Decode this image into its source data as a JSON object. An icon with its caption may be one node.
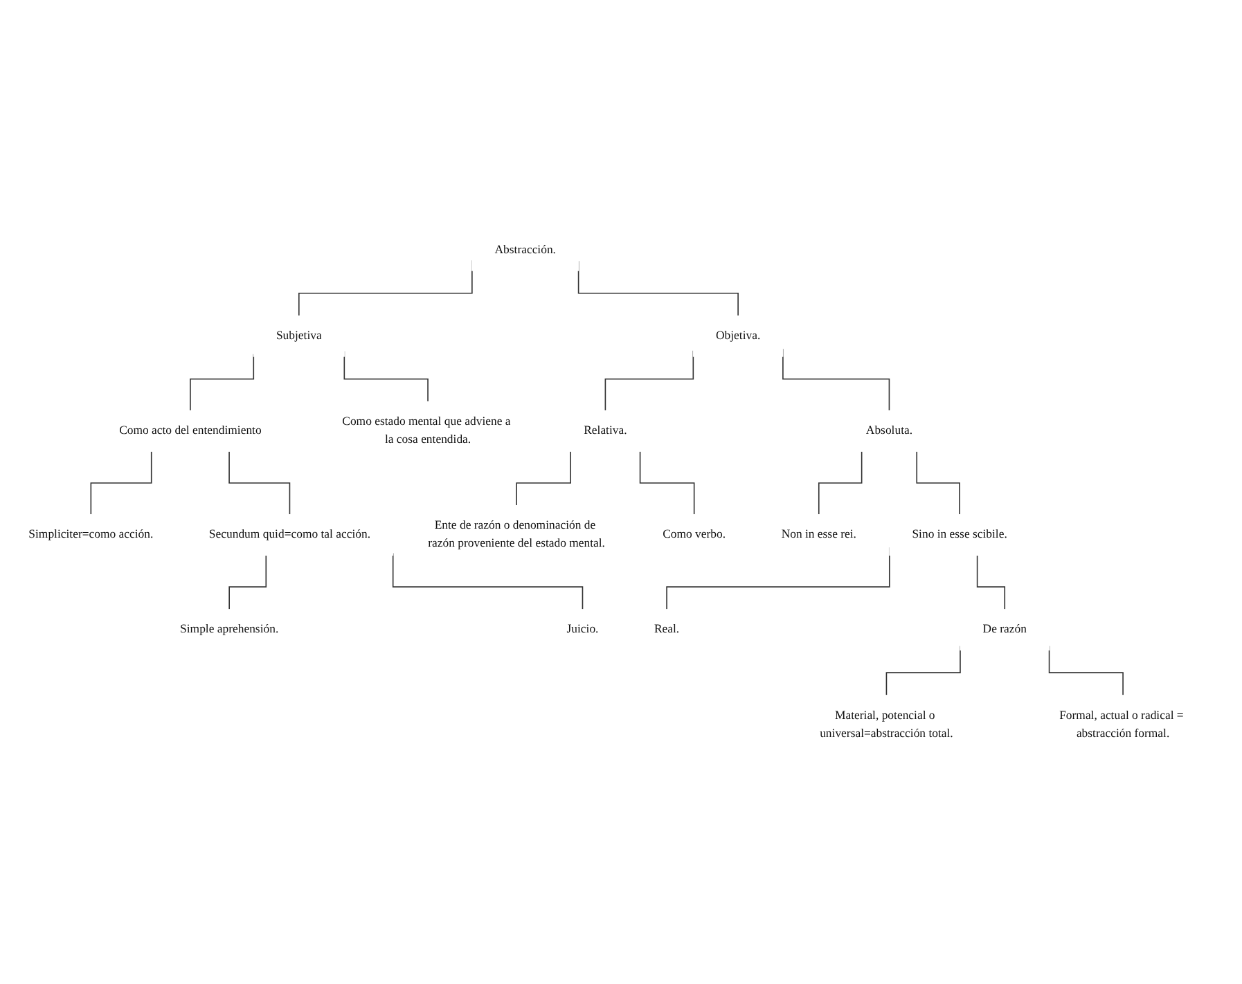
{
  "diagram": {
    "nodes": [
      {
        "text": [
          "Abstracción."
        ]
      },
      {
        "text": [
          "Subjetiva"
        ]
      },
      {
        "text": [
          "Como acto del entendimiento"
        ]
      },
      {
        "text": [
          "Simpliciter=como acción."
        ]
      },
      {
        "text": [
          "Secundum quid=como tal acción."
        ]
      },
      {
        "text": [
          "Simple aprehensión."
        ]
      },
      {
        "text": [
          "Juicio."
        ]
      },
      {
        "text": [
          "Como estado mental que adviene a la cosa entendida."
        ]
      },
      {
        "text": [
          "Objetiva."
        ]
      },
      {
        "text": [
          "Relativa."
        ]
      },
      {
        "text": [
          "Ente de razón o denominación de razón proveniente del estado mental."
        ]
      },
      {
        "text": [
          "Como verbo."
        ]
      },
      {
        "text": [
          "Absoluta."
        ]
      },
      {
        "text": [
          "Non in esse rei."
        ]
      },
      {
        "text": [
          "Sino in esse scibile."
        ]
      },
      {
        "text": [
          "Real."
        ]
      },
      {
        "text": [
          "De razón"
        ]
      },
      {
        "text": [
          "Material, potencial o universal=abstracción total."
        ]
      },
      {
        "text": [
          "Formal, actual o radical = abstracción formal."
        ]
      }
    ],
    "edges": [
      {
        "from": 0,
        "to": 1,
        "arrow": "none"
      },
      {
        "from": 0,
        "to": 8,
        "arrow": "none"
      },
      {
        "from": 1,
        "to": 2,
        "arrow": "none"
      },
      {
        "from": 1,
        "to": 7,
        "arrow": "none"
      },
      {
        "from": 2,
        "to": 3,
        "arrow": "none"
      },
      {
        "from": 2,
        "to": 4,
        "arrow": "none"
      },
      {
        "from": 4,
        "to": 5,
        "arrow": "none"
      },
      {
        "from": 4,
        "to": 6,
        "arrow": "none"
      },
      {
        "from": 8,
        "to": 9,
        "arrow": "none"
      },
      {
        "from": 8,
        "to": 12,
        "arrow": "none"
      },
      {
        "from": 9,
        "to": 10,
        "arrow": "none"
      },
      {
        "from": 9,
        "to": 11,
        "arrow": "none"
      },
      {
        "from": 12,
        "to": 13,
        "arrow": "none"
      },
      {
        "from": 12,
        "to": 14,
        "arrow": "none"
      },
      {
        "from": 14,
        "to": 15,
        "arrow": "none"
      },
      {
        "from": 14,
        "to": 16,
        "arrow": "none"
      },
      {
        "from": 16,
        "to": 17,
        "arrow": "none"
      },
      {
        "from": 16,
        "to": 18,
        "arrow": "none"
      }
    ]
  }
}
